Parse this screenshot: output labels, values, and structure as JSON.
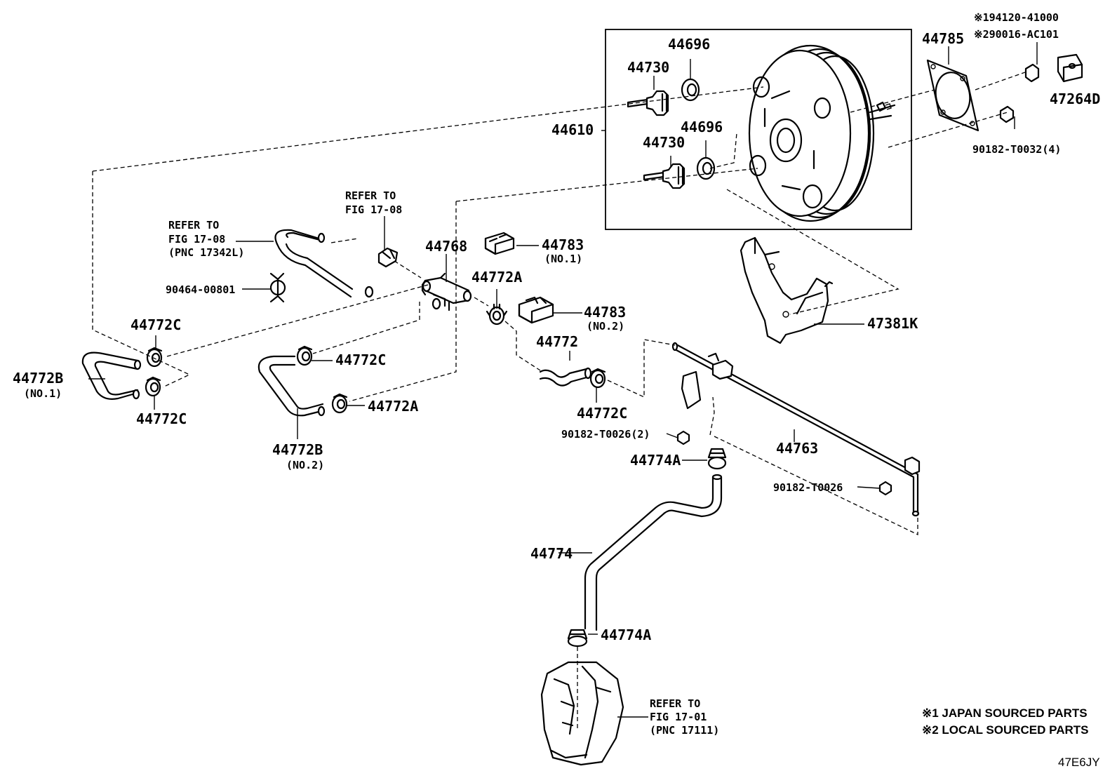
{
  "labels": {
    "p44610": "44610",
    "p44696_top": "44696",
    "p44730_top": "44730",
    "p44696_bot": "44696",
    "p44730_bot": "44730",
    "p44785": "44785",
    "p47264d": "47264D",
    "p19412": "※194120-41000",
    "p29001": "※290016-AC101",
    "p90182_t0032": "90182-T0032(4)",
    "refer_top_l1": "REFER TO",
    "refer_top_l2": "FIG 17-08",
    "refer_left_l1": "REFER TO",
    "refer_left_l2": "FIG 17-08",
    "refer_left_l3": "(PNC 17342L)",
    "p90464": "90464-00801",
    "p44768": "44768",
    "p44783_no1": "44783",
    "p44783_no1_sub": "(NO.1)",
    "p44772a_top": "44772A",
    "p44783_no2": "44783",
    "p44783_no2_sub": "(NO.2)",
    "p47381k": "47381K",
    "p44772c_a": "44772C",
    "p44772b_no1": "44772B",
    "p44772b_no1_sub": "(NO.1)",
    "p44772c_b": "44772C",
    "p44772c_c": "44772C",
    "p44772a_mid": "44772A",
    "p44772b_no2": "44772B",
    "p44772b_no2_sub": "(NO.2)",
    "p44772": "44772",
    "p44772c_d": "44772C",
    "p90182_t0026_2": "90182-T0026(2)",
    "p44763": "44763",
    "p44774a_top": "44774A",
    "p90182_t0026": "90182-T0026",
    "p44774": "44774",
    "p44774a_bot": "44774A",
    "refer_bot_l1": "REFER TO",
    "refer_bot_l2": "FIG 17-01",
    "refer_bot_l3": "(PNC 17111)",
    "note1": "※1 JAPAN SOURCED PARTS",
    "note2": "※2 LOCAL SOURCED PARTS",
    "diagram_code": "47E6JY"
  }
}
